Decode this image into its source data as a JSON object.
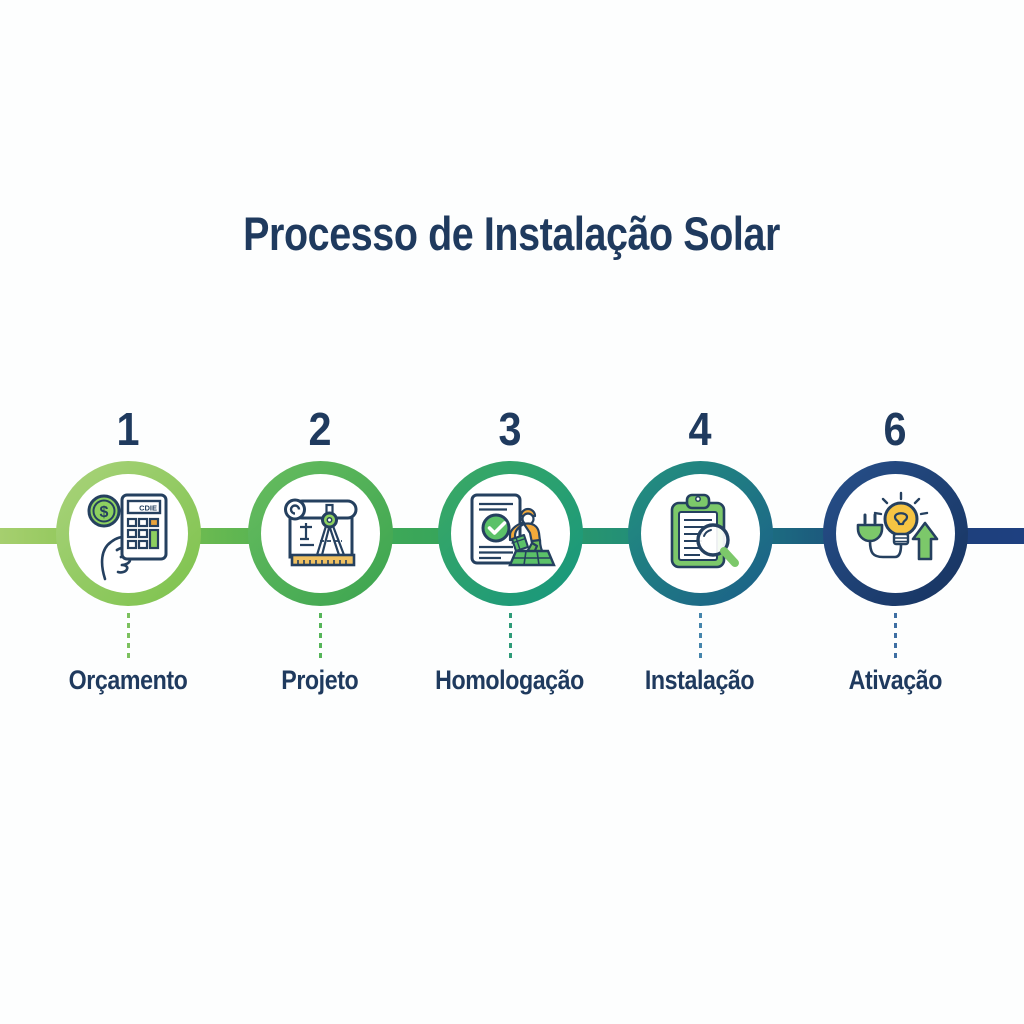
{
  "title": "Processo de Instalação Solar",
  "colors": {
    "background": "#fdfefe",
    "text_navy": "#1f3a5e",
    "outline_navy": "#25405f",
    "green_light": "#a6cf6f",
    "green_mid": "#46ad53",
    "teal": "#1c8585",
    "navy_blue": "#1d4079",
    "icon_green": "#6fc05e",
    "icon_orange": "#f2a93b",
    "icon_yellow": "#f6c443",
    "icon_tan": "#f0c060"
  },
  "calculator_display_text": "CDIE",
  "steps": [
    {
      "number": "1",
      "label": "Orçamento",
      "icon": "calculator-money-icon",
      "accent": "#8cc653"
    },
    {
      "number": "2",
      "label": "Projeto",
      "icon": "blueprint-compass-icon",
      "accent": "#46ad53"
    },
    {
      "number": "3",
      "label": "Homologação",
      "icon": "document-check-worker-icon",
      "accent": "#2fa36a"
    },
    {
      "number": "4",
      "label": "Instalação",
      "icon": "clipboard-magnifier-icon",
      "accent": "#1c8585"
    },
    {
      "number": "6",
      "label": "Ativação",
      "icon": "lightbulb-plug-icon",
      "accent": "#1d4079"
    }
  ]
}
